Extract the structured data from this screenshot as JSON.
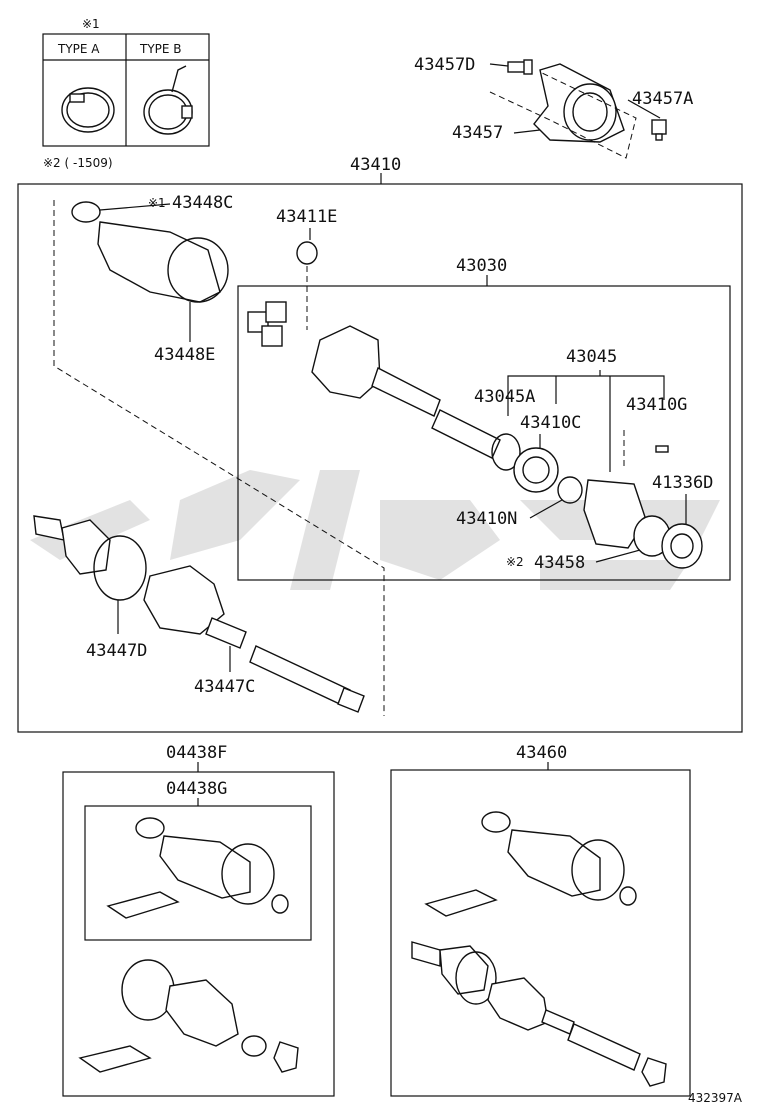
{
  "legend": {
    "note1": "※1",
    "type_a": "TYPE A",
    "type_b": "TYPE B",
    "note2": "※2 (     -1509)"
  },
  "labels": {
    "p43457D": "43457D",
    "p43457A": "43457A",
    "p43457": "43457",
    "p43410": "43410",
    "p43448C": "43448C",
    "p43448C_mark": "※1",
    "p43411E": "43411E",
    "p43030": "43030",
    "p43448E": "43448E",
    "p43045": "43045",
    "p43045A": "43045A",
    "p43410G": "43410G",
    "p43410C": "43410C",
    "p41336D": "41336D",
    "p43410N": "43410N",
    "p43458": "43458",
    "p43458_mark": "※2",
    "p43447D": "43447D",
    "p43447C": "43447C",
    "p04438F": "04438F",
    "p04438G": "04438G",
    "p43460": "43460",
    "figure_id": "432397A"
  },
  "colors": {
    "line": "#111111",
    "watermark": "#d8d8d8",
    "background": "#ffffff"
  }
}
